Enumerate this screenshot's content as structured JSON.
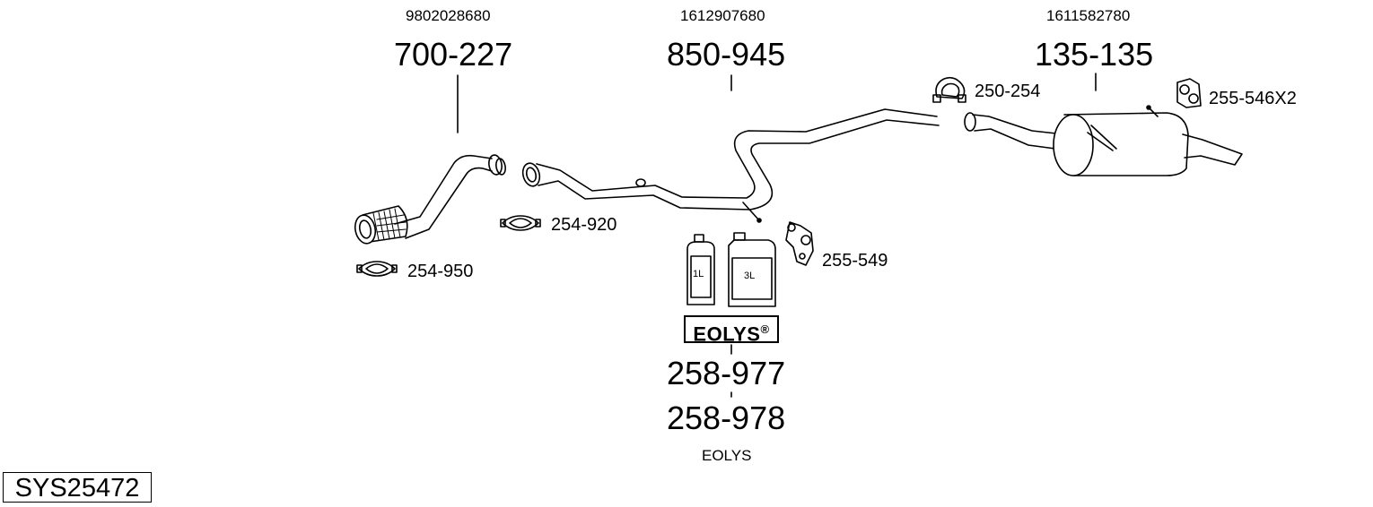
{
  "system_code": "SYS25472",
  "groups": [
    {
      "oem": "9802028680",
      "part": "700-227"
    },
    {
      "oem": "1612907680",
      "part": "850-945"
    },
    {
      "oem": "1611582780",
      "part": "135-135"
    }
  ],
  "accessories": {
    "clamp_front_lower": "254-950",
    "clamp_front_upper": "254-920",
    "clamp_rear": "250-254",
    "rubber_mount_rear": "255-546X2",
    "bracket_mid": "255-549"
  },
  "additive": {
    "bottle_small_label": "1L",
    "bottle_large_label": "3L",
    "brand_logo": "EOLYS",
    "brand_logo_mark": "®",
    "part_a": "258-977",
    "part_b": "258-978",
    "caption": "EOLYS"
  }
}
